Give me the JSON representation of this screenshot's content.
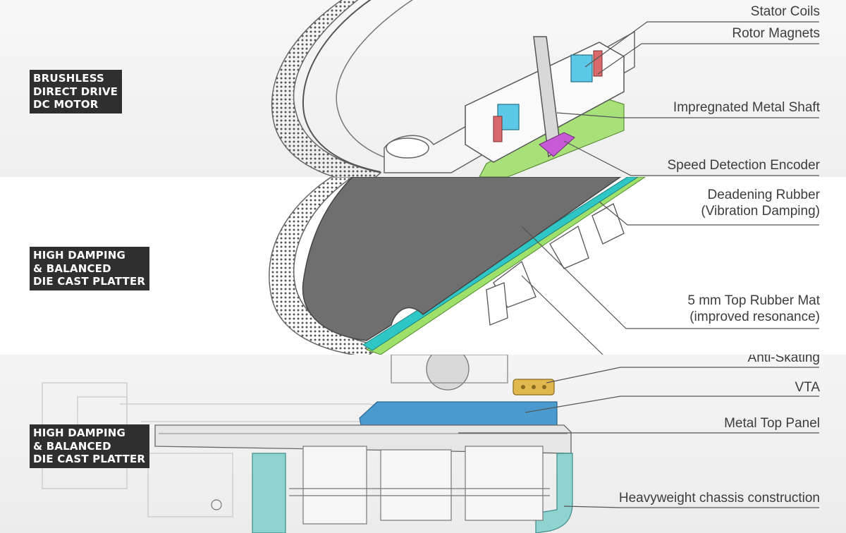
{
  "sections": [
    {
      "id": "motor",
      "badge_lines": [
        "BRUSHLESS",
        "DIRECT DRIVE",
        "DC MOTOR"
      ]
    },
    {
      "id": "platter",
      "badge_lines": [
        "HIGH DAMPING",
        "& BALANCED",
        "DIE CAST PLATTER"
      ]
    },
    {
      "id": "chassis",
      "badge_lines": [
        "HIGH DAMPING",
        "& BALANCED",
        "DIE CAST PLATTER"
      ]
    }
  ],
  "callouts": {
    "stator_coils": "Stator Coils",
    "rotor_magnets": "Rotor Magnets",
    "metal_shaft": "Impregnated Metal Shaft",
    "speed_encoder": "Speed Detection Encoder",
    "rubber_line1": "Deadening Rubber",
    "rubber_line2": "(Vibration Damping)",
    "mat_line1": "5 mm Top Rubber Mat",
    "mat_line2": "(improved resonance)",
    "anti_skating": "Anti-Skating",
    "vta": "VTA",
    "top_panel": "Metal Top Panel",
    "chassis": "Heavyweight chassis construction"
  },
  "colors": {
    "badge_bg": "#2f2f2f",
    "leader": "#555555",
    "coil_blue": "#5cc8e8",
    "magnet_red": "#d9696a",
    "encoder_magenta": "#c85ad6",
    "base_green": "#a8e07a",
    "platter_gray": "#6f6f6f",
    "mat_teal": "#2fc6c6",
    "rubber_green": "#9ee06a",
    "vta_blue": "#4a9acf",
    "chassis_teal": "#8fd3d0",
    "knob_gold": "#e1b84d"
  }
}
